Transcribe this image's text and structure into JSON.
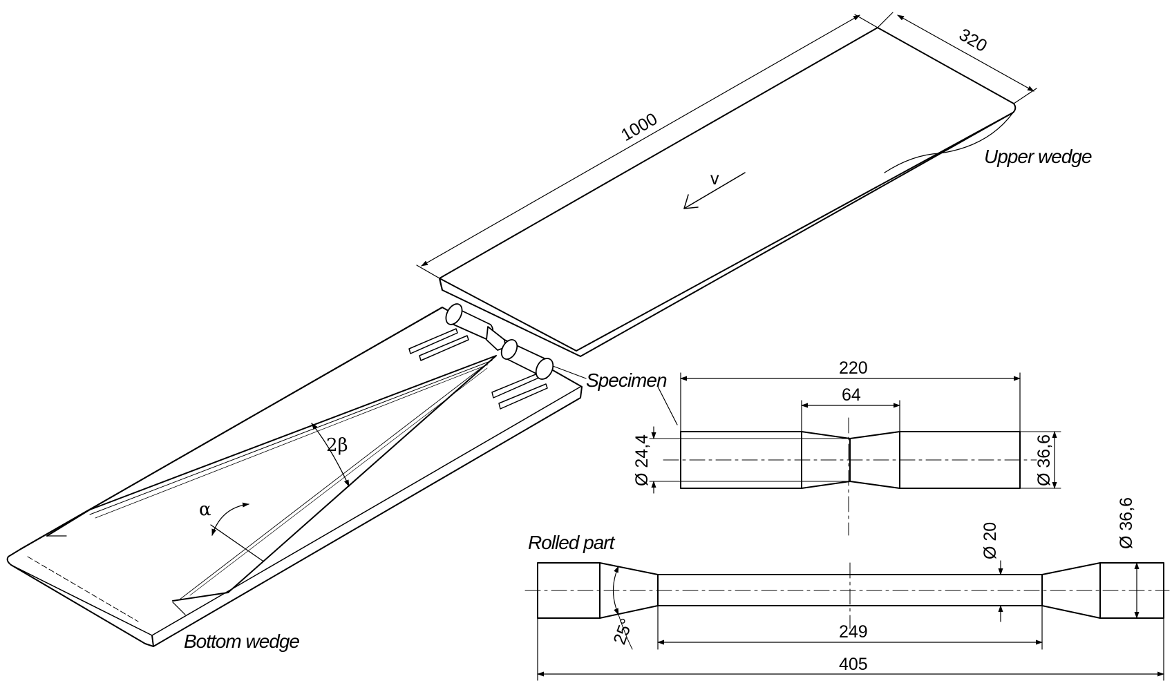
{
  "labels": {
    "upper_wedge": "Upper wedge",
    "bottom_wedge": "Bottom wedge",
    "specimen": "Specimen",
    "rolled_part": "Rolled part",
    "velocity": "v",
    "alpha": "α",
    "two_beta": "2β"
  },
  "dimensions": {
    "wedge_length": "1000",
    "wedge_width": "320",
    "specimen_length": "220",
    "specimen_neck_length": "64",
    "specimen_neck_diameter": "Ø 24,4",
    "specimen_diameter": "Ø 36,6",
    "rolled_diameter_small": "Ø 20",
    "rolled_diameter_large": "Ø 36,6",
    "rolled_middle_length": "249",
    "rolled_total_length": "405",
    "taper_angle": "25°"
  },
  "colors": {
    "line": "#000000",
    "background": "#ffffff"
  }
}
